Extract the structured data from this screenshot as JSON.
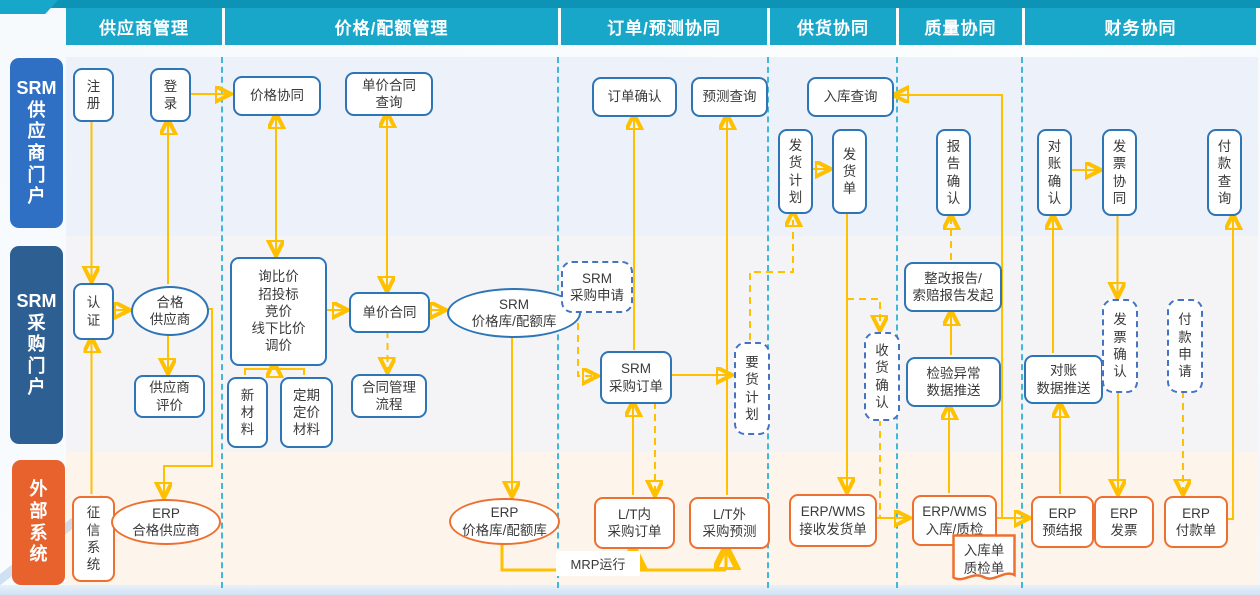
{
  "colors": {
    "header_bg": "#18A6C9",
    "top_strip": "#0D93B6",
    "lane_supplier_portal_bg": "#2F6FC4",
    "lane_purchase_portal_bg": "#2D5F93",
    "lane_external_bg": "#E8622D",
    "node_border_blue": "#2E75B6",
    "node_border_dashed_blue": "#4472C4",
    "node_border_orange": "#ED7031",
    "arrow_yellow": "#FFC000",
    "separator_cyan": "#41B8DA"
  },
  "column_headers": [
    "供应商管理",
    "价格/配额管理",
    "订单/预测协同",
    "供货协同",
    "质量协同",
    "财务协同"
  ],
  "lanes": [
    "SRM\n供\n应\n商\n门\n户",
    "SRM\n采\n购\n门\n户",
    "外\n部\n系\n统"
  ],
  "nodes": {
    "register": "注\n册",
    "login": "登\n录",
    "price_collab": "价格协同",
    "unit_price_contract_query": "单价合同\n查询",
    "auth": "认\n证",
    "qualified_supplier": "合格\n供应商",
    "supplier_eval": "供应商\n评价",
    "rfq": "询比价\n招投标\n竞价\n线下比价\n调价",
    "new_material": "新\n材\n料",
    "regular_material": "定期\n定价\n材料",
    "unit_price_contract": "单价合同",
    "contract_process": "合同管理\n流程",
    "srm_price_lib": "SRM\n价格库/配额库",
    "credit_system": "征\n信\n系\n统",
    "erp_qualified_supplier": "ERP\n合格供应商",
    "erp_price_lib": "ERP\n价格库/配额库",
    "order_confirm": "订单确认",
    "forecast_query": "预测查询",
    "srm_purchase_request": "SRM\n采购申请",
    "srm_purchase_order": "SRM\n采购订单",
    "demand_plan": "要\n货\n计\n划",
    "lt_in_po": "L/T内\n采购订单",
    "lt_out_forecast": "L/T外\n采购预测",
    "mrp_run": "MRP运行",
    "inbound_query": "入库查询",
    "ship_plan": "发\n货\n计\n划",
    "ship_note": "发\n货\n单",
    "receipt_confirm": "收\n货\n确\n认",
    "erp_wms_receive": "ERP/WMS\n接收发货单",
    "report_confirm": "报\n告\n确\n认",
    "rectification_report": "整改报告/\n索赔报告发起",
    "inspection_push": "检验异常\n数据推送",
    "erp_wms_inbound": "ERP/WMS\n入库/质检",
    "inbound_qc_doc": "入库单\n质检单",
    "recon_confirm": "对\n账\n确\n认",
    "invoice_collab": "发\n票\n协\n同",
    "payment_query": "付\n款\n查\n询",
    "recon_push": "对账\n数据推送",
    "invoice_confirm": "发\n票\n确\n认",
    "payment_request": "付\n款\n申\n请",
    "erp_presettlement": "ERP\n预结报",
    "erp_invoice": "ERP\n发票",
    "erp_payment": "ERP\n付款单"
  }
}
